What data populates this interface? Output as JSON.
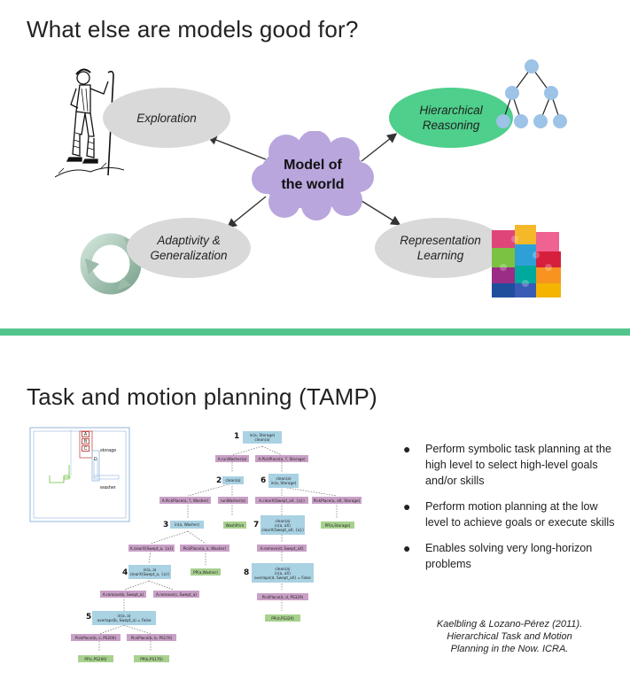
{
  "slide1": {
    "title": "What else are models good for?",
    "center": {
      "line1": "Model of",
      "line2": "the world"
    },
    "nodes": {
      "exploration": "Exploration",
      "hierarchical": {
        "line1": "Hierarchical",
        "line2": "Reasoning"
      },
      "adaptivity": {
        "line1": "Adaptivity &",
        "line2": "Generalization"
      },
      "representation": {
        "line1": "Representation",
        "line2": "Learning"
      }
    },
    "icons": {
      "exploration": "hiker-icon",
      "hierarchical": "tree-icon",
      "adaptivity": "cycle-arrows-icon",
      "representation": "puzzle-icon"
    }
  },
  "slide2": {
    "title": "Task and motion planning (TAMP)",
    "map": {
      "labels": {
        "a": "A",
        "b": "B",
        "c": "C",
        "d": "D",
        "storage": "storage",
        "washer": "washer"
      }
    },
    "tree": {
      "numbers": [
        "1",
        "2",
        "3",
        "4",
        "5",
        "6",
        "7",
        "8"
      ],
      "n1": {
        "line1": "in(a, Storage)",
        "line2": "clean(a)"
      },
      "n1_left": "A.runWasher(a)",
      "n1_right": "A.PickPlace(a, ?, Storage)",
      "n2": "clean(a)",
      "n2_left": "A.PickPlace(a, ?, Washer)",
      "n2_right": "runWasher(a)",
      "n2_right_child": "WashPrim",
      "n3": "in(a, Washer)",
      "n3_left": "A.clearX(Swept_a, {a})",
      "n3_right": "PickPlace(a, a, Washer)",
      "n3_right_child": "PP(a,Washer)",
      "n4": {
        "line1": "in(a, a)",
        "line2": "clearX(Swept_a, {a})"
      },
      "n4_left": "A.remove(b, Swept_a)",
      "n4_right": "A.remove(c, Swept_a)",
      "n5": {
        "line1": "in(a, a)",
        "line2": "overlaps(b, Swept_a) = False"
      },
      "n5_left": "PickPlace(b, c, PS200)",
      "n5_right": "PickPlace(b, b, PS176)",
      "n5_left_child": "PP(c,PS200)",
      "n5_right_child": "PP(b,PS176)",
      "n6": {
        "line1": "clean(a)",
        "line2": "in(a, Storage)"
      },
      "n6_left": "A.clearX(Swept_aX, {a})",
      "n6_right": "PickPlace(a, aX, Storage)",
      "n6_right_child": "PP(a,Storage)",
      "n7": {
        "line1": "clean(a)",
        "line2": "in(a, aX)",
        "line3": "clearX(Swept_aX, {a})"
      },
      "n7_child": "A.remove(d, Swept_aX)",
      "n8": {
        "line1": "clean(a)",
        "line2": "in(a, aX)",
        "line3": "overlaps(d, Swept_aX) = False"
      },
      "n8_child": "PickPlace(d, d, PS329)",
      "n8_grandchild": "PP(d,PS329)"
    },
    "bullets": [
      "Perform symbolic task planning at the high level to select high-level goals and/or skills",
      "Perform motion planning at the low level to achieve goals or execute skills",
      "Enables solving very long-horizon problems"
    ],
    "bullet_marker": "●",
    "citation": {
      "line1": "Kaelbling & Lozano-Pérez (2011).",
      "line2": "Hierarchical Task and Motion",
      "line3": "Planning in the Now. ICRA."
    },
    "colors": {
      "divider": "#52c58c",
      "task_node": "#a9d2e3",
      "action_node": "#c9a0c6",
      "primitive_node": "#a8d18f"
    }
  }
}
